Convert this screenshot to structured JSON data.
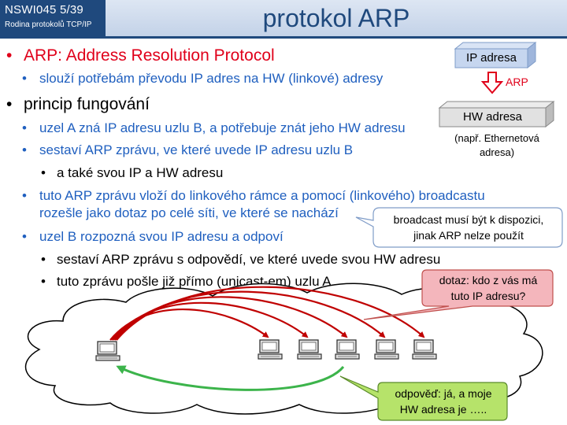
{
  "header": {
    "course_code": "NSWI045   5/39",
    "course_name": "Rodina protokolů TCP/IP",
    "title": "protokol ARP"
  },
  "bullets": {
    "b1": "ARP: Address Resolution Protocol",
    "b1_1": "slouží potřebám převodu IP adres na HW (linkové) adresy",
    "b2": "princip fungování",
    "b2_1": "uzel A zná IP adresu uzlu B, a potřebuje znát jeho HW adresu",
    "b2_2": "sestaví ARP zprávu, ve které uvede IP adresu uzlu B",
    "b2_2_1": "a také svou IP a HW adresu",
    "b2_3_line1": "tuto ARP zprávu vloží do linkového rámce a pomocí (linkového) broadcastu",
    "b2_3_line2": "rozešle jako dotaz po celé síti, ve které se nachází",
    "b2_4": "uzel B rozpozná svou IP adresu a odpoví",
    "b2_4_1": "sestaví ARP zprávu s odpovědí, ve které uvede svou HW adresu",
    "b2_4_2": "tuto zprávu pošle již přímo (unicast-em) uzlu A"
  },
  "diagram": {
    "ip_box": "IP adresa",
    "arp_label": "ARP",
    "hw_box": "HW adresa",
    "hw_note_line1": "(např.  Ethernetová",
    "hw_note_line2": "adresa)"
  },
  "callouts": {
    "broadcast_line1": "broadcast musí být k dispozici,",
    "broadcast_line2": "jinak ARP nelze použít",
    "query_line1": "dotaz: kdo z vás má",
    "query_line2": "tuto IP adresu?",
    "reply_line1": "odpověď: já, a moje",
    "reply_line2": "HW adresa je ….."
  },
  "colors": {
    "header_blue": "#1f497d",
    "bullet_red": "#e0001a",
    "bullet_blue": "#1f5fbf",
    "arrow_red": "#c00000",
    "arrow_green": "#3cb44b",
    "callout_pink": "#f4b6bc",
    "callout_green": "#b6e36a"
  }
}
